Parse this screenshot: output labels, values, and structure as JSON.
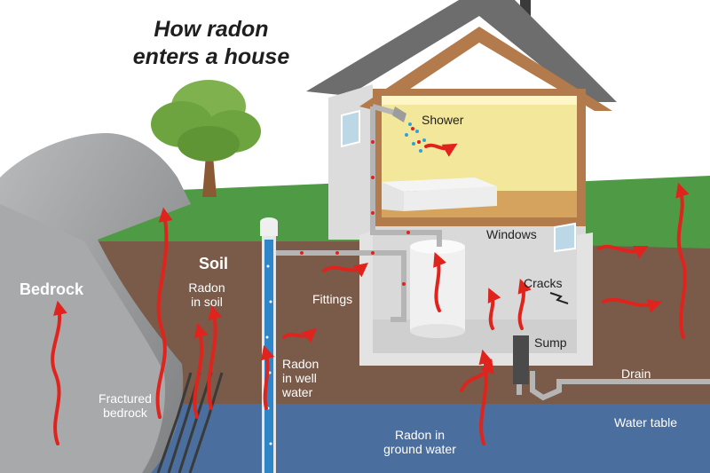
{
  "title": {
    "line1": "How radon",
    "line2": "enters a house"
  },
  "labels": {
    "bedrock": "Bedrock",
    "soil": "Soil",
    "radon_in_soil": [
      "Radon",
      "in soil"
    ],
    "fractured_bedrock": [
      "Fractured",
      "bedrock"
    ],
    "fittings": "Fittings",
    "radon_in_well_water": [
      "Radon",
      "in well",
      "water"
    ],
    "shower": "Shower",
    "windows": "Windows",
    "cracks": "Cracks",
    "sump": "Sump",
    "drain": "Drain",
    "water_table": "Water table",
    "radon_in_ground_water": [
      "Radon in",
      "ground water"
    ]
  },
  "colors": {
    "sky": "#ffffff",
    "grass": "#4f9a45",
    "soil": "#7a5a48",
    "groundwater": "#4a6e9e",
    "bedrock": "#9a9c9e",
    "radon_arrow": "#e0231c",
    "roof": "#6d6d6d",
    "house_frame": "#b37a4b",
    "interior_light": "#f2e79a",
    "basement": "#d9d9d9",
    "well_water": "#2e86c8"
  }
}
